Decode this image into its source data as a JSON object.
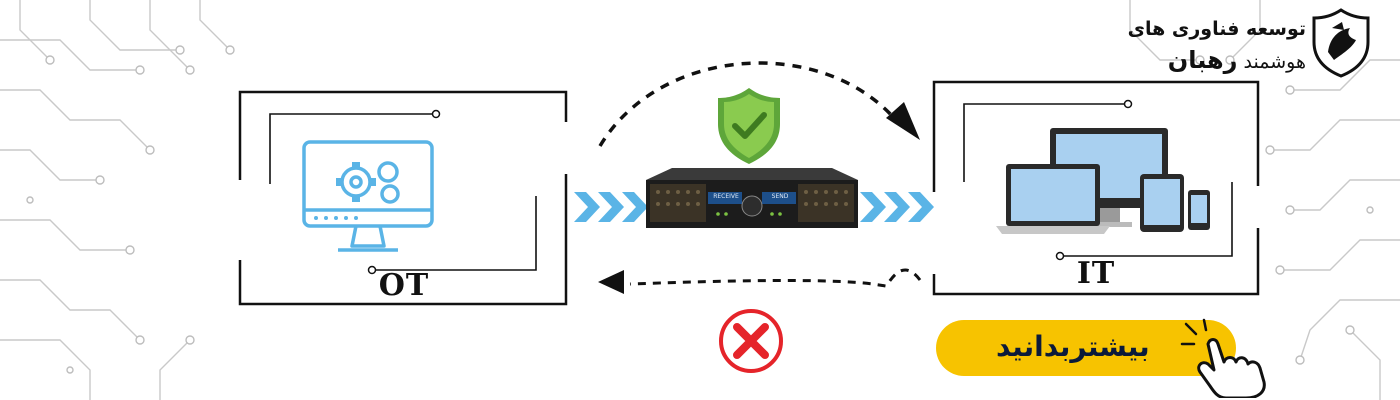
{
  "brand": {
    "line1": "توسعه فناوری های",
    "line2_prefix": "هوشمند",
    "line2_bold": "رهبان",
    "shield_icon": "rahban-shield-icon"
  },
  "ot_panel": {
    "label": "OT",
    "icon": "gears-monitor-icon"
  },
  "it_panel": {
    "label": "IT",
    "icon": "multi-device-icon"
  },
  "device": {
    "receive_label": "RECEIVE",
    "send_label": "SEND",
    "icon": "data-diode-device"
  },
  "cta": {
    "label": "بیشتربدانید",
    "icon": "pointing-hand-icon"
  },
  "status": {
    "allowed_icon": "check-shield-icon",
    "blocked_icon": "red-x-icon"
  },
  "colors": {
    "accent_blue": "#5ab4e6",
    "shield_green": "#7cc242",
    "block_red": "#e5242a",
    "cta_yellow": "#f7c300"
  }
}
